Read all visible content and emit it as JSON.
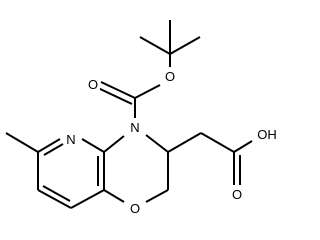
{
  "structure": {
    "name": "",
    "atom_labels": {
      "boc_ester_oxygen": "O",
      "boc_carbonyl_oxygen": "O",
      "pyridine_nitrogen": "N",
      "ring_nitrogen": "N",
      "ring_oxygen": "O",
      "acid_carbonyl_oxygen": "O",
      "acid_hydroxyl": "OH"
    }
  }
}
